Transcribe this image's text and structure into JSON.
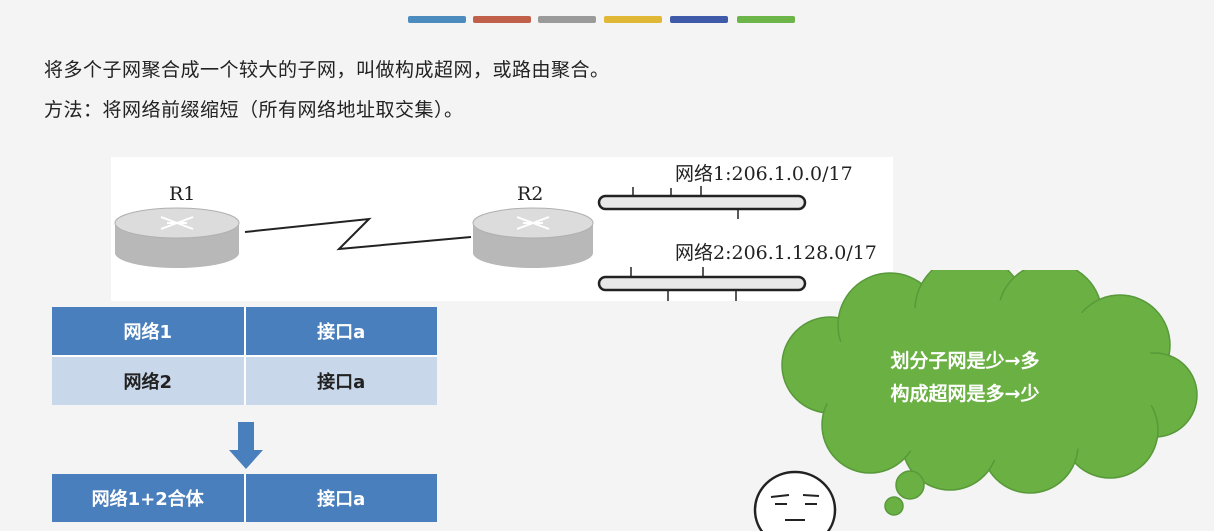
{
  "slide": {
    "accent_colors": [
      "#4b8bbe",
      "#c0604a",
      "#9a9a9a",
      "#e0b836",
      "#3e5aa8",
      "#6cb548"
    ],
    "line1": "将多个子网聚合成一个较大的子网，叫做构成超网，或路由聚合。",
    "line2": "方法：将网络前缀缩短（所有网络地址取交集）。"
  },
  "diagram": {
    "router1_label": "R1",
    "router2_label": "R2",
    "net1_label": "网络1:206.1.0.0/17",
    "net2_label": "网络2:206.1.128.0/17"
  },
  "routing_table": {
    "rows": [
      {
        "network": "网络1",
        "interface": "接口a"
      },
      {
        "network": "网络2",
        "interface": "接口a"
      }
    ]
  },
  "aggregated_table": {
    "network": "网络1+2合体",
    "interface": "接口a"
  },
  "cloud": {
    "line1": "划分子网是少→多",
    "line2": "构成超网是多→少",
    "color": "#6ab043"
  }
}
